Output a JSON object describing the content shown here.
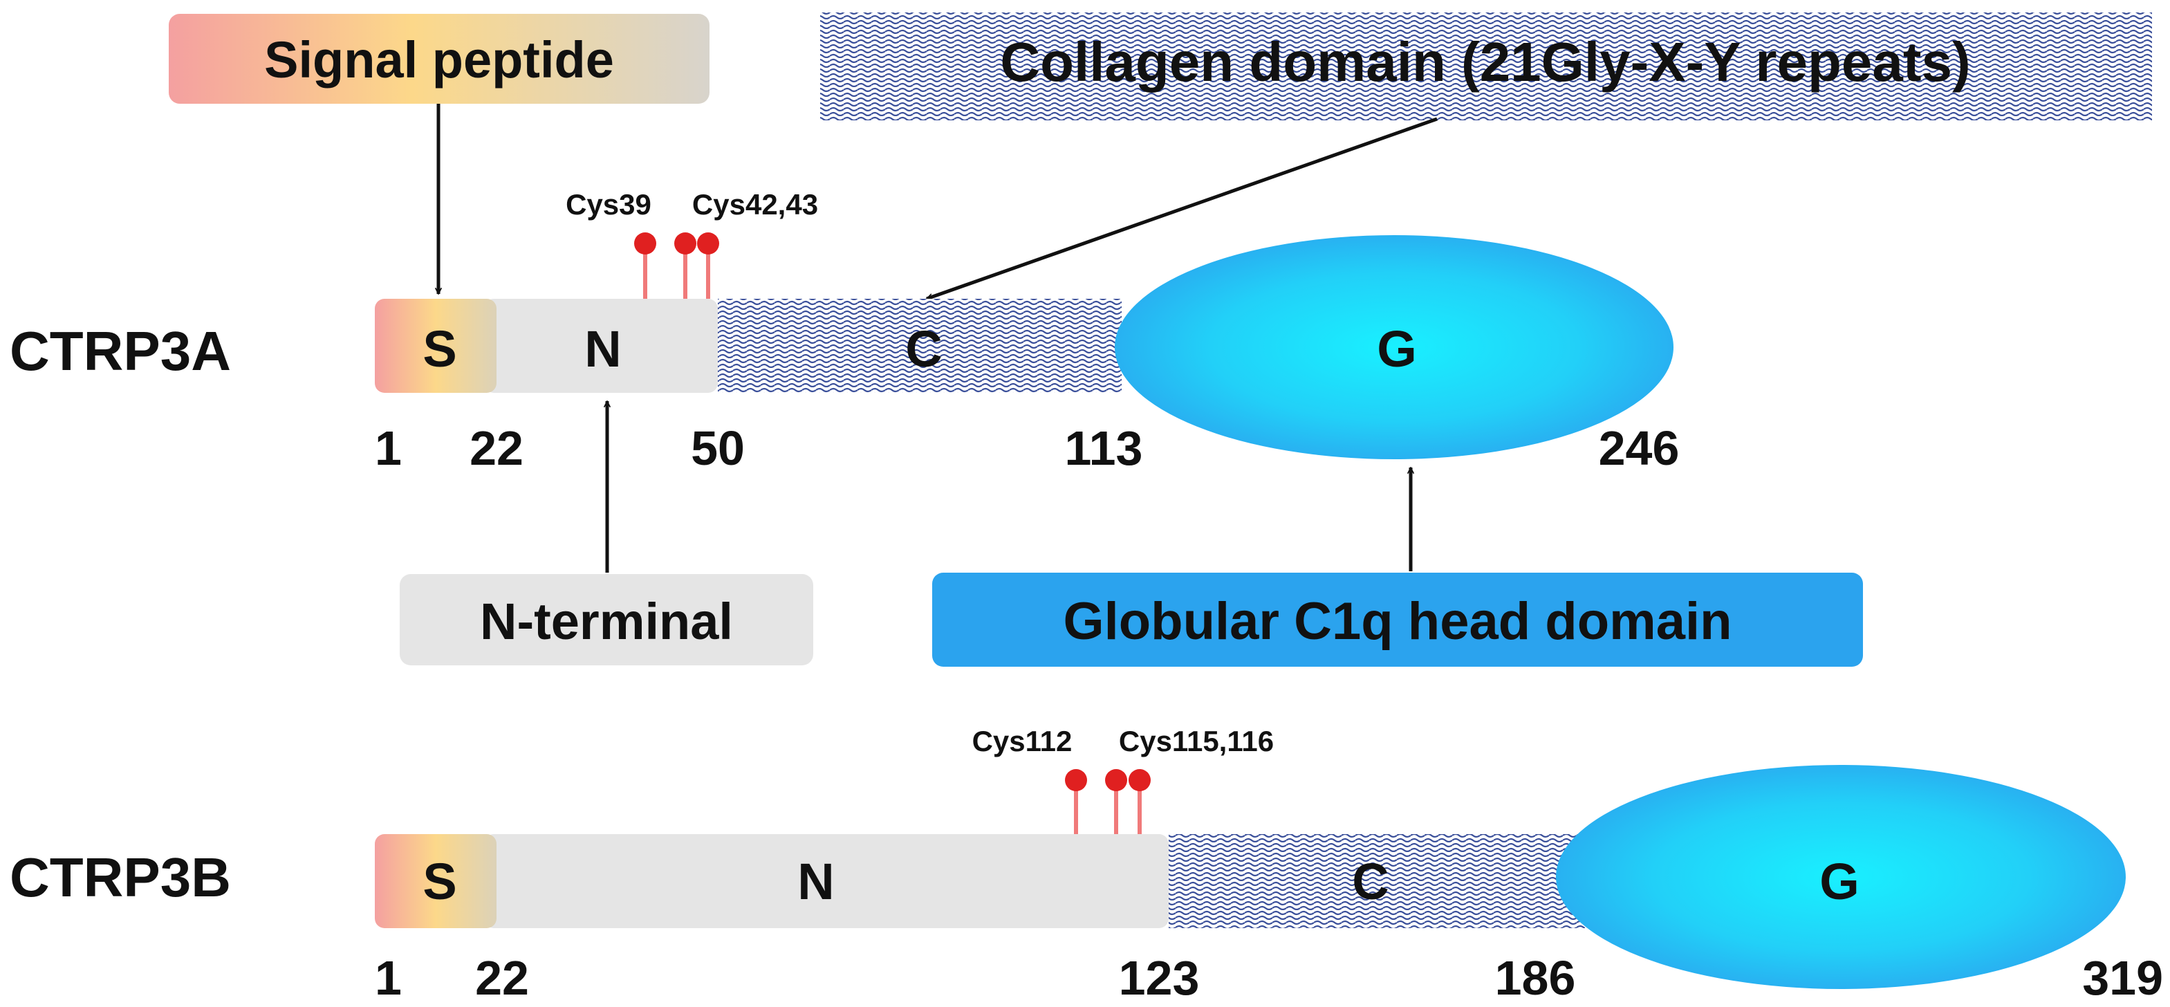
{
  "proteins": [
    {
      "name": "CTRP3A",
      "domains": {
        "s": "S",
        "n": "N",
        "c": "C",
        "g": "G"
      },
      "positions": [
        "1",
        "22",
        "50",
        "113",
        "246"
      ],
      "cys_labels": [
        "Cys39",
        "Cys42,43"
      ]
    },
    {
      "name": "CTRP3B",
      "domains": {
        "s": "S",
        "n": "N",
        "c": "C",
        "g": "G"
      },
      "positions": [
        "1",
        "22",
        "123",
        "186",
        "319"
      ],
      "cys_labels": [
        "Cys112",
        "Cys115,116"
      ]
    }
  ],
  "callouts": {
    "signal_peptide": "Signal peptide",
    "collagen_domain": "Collagen domain (21Gly-X-Y repeats)",
    "n_terminal": "N-terminal",
    "globular_head": "Globular C1q head domain"
  },
  "colors": {
    "signal_peptide_gradient": [
      "#f4a0a0",
      "#fcd88a",
      "#d8d4cc"
    ],
    "n_terminal": "#e5e5e5",
    "collagen_wave": "#3a4f9a",
    "globular": "#29b8f0",
    "globular_label_bg": "#2ba3ee",
    "cys_marker": "#e02020",
    "cys_stem": "#f07a7a"
  }
}
